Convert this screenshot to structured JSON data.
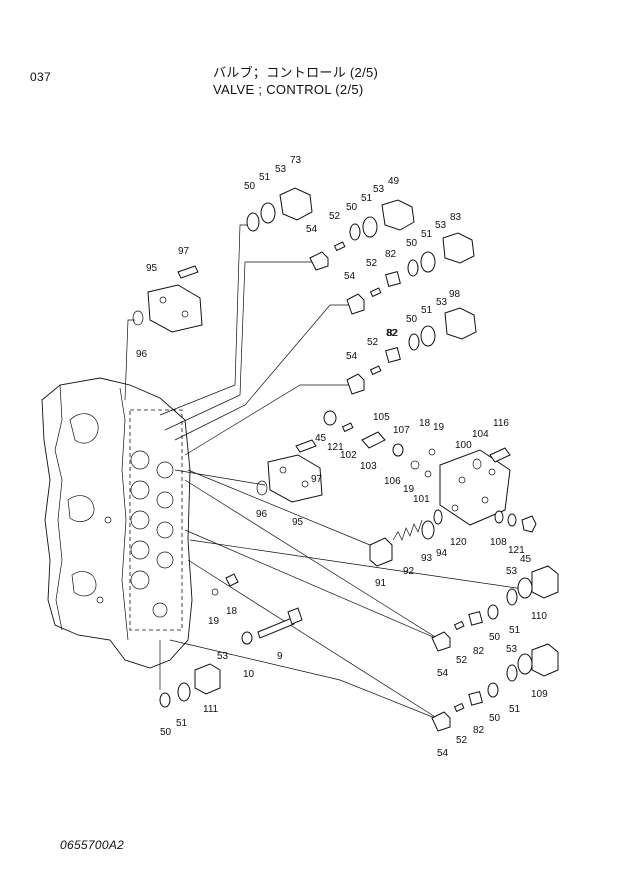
{
  "header": {
    "page_number": "037",
    "title_jp": "バルブ；コントロール (2/5)",
    "title_en": "VALVE ; CONTROL (2/5)"
  },
  "footer": {
    "drawing_code": "0655700A2"
  },
  "callouts": [
    "73",
    "53",
    "51",
    "50",
    "49",
    "53",
    "51",
    "50",
    "83",
    "53",
    "51",
    "50",
    "97",
    "95",
    "96",
    "54",
    "52",
    "82",
    "54",
    "52",
    "82",
    "98",
    "53",
    "51",
    "50",
    "54",
    "52",
    "82",
    "18",
    "19",
    "116",
    "105",
    "107",
    "104",
    "100",
    "45",
    "121",
    "102",
    "103",
    "106",
    "19",
    "101",
    "97",
    "95",
    "96",
    "93",
    "94",
    "120",
    "108",
    "121",
    "45",
    "91",
    "92",
    "53",
    "110",
    "51",
    "50",
    "82",
    "52",
    "54",
    "18",
    "19",
    "9",
    "10",
    "53",
    "111",
    "51",
    "50",
    "109",
    "53",
    "51",
    "50",
    "82",
    "52",
    "54"
  ]
}
